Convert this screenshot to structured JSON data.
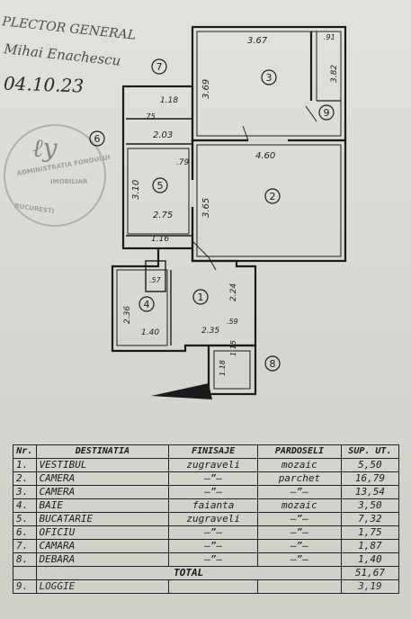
{
  "handwriting": {
    "line1": "PLECTOR GENERAL",
    "line2": "Mihai Enachescu",
    "date": "04.10.23"
  },
  "stamp": {
    "top_text": "ADMINISTRATIA FONDULUI",
    "middle_text": "IMOBILIAR",
    "bottom_text": "BUCURESTI"
  },
  "plan": {
    "room_numbers": [
      "1",
      "2",
      "3",
      "4",
      "5",
      "6",
      "7",
      "8",
      "9"
    ],
    "dimensions": {
      "d_367": "3.67",
      "d_91": ".91",
      "d_369": "3.69",
      "d_382": "3.82",
      "d_460": "4.60",
      "d_365": "3.65",
      "d_118": "1.18",
      "d_203": "2.03",
      "d_79": ".79",
      "d_310": "3.10",
      "d_275": "2.75",
      "d_116": "1.16",
      "d_224": "2.24",
      "d_57": ".57",
      "d_236": "2.36",
      "d_140": "1.40",
      "d_235": "2.35",
      "d_59": ".59",
      "d_115": "1.15",
      "d_118b": "1.18",
      "d_75": ".75"
    }
  },
  "table": {
    "headers": [
      "Nr.",
      "DESTINATIA",
      "FINISAJE",
      "PARDOSELI",
      "SUP. UT."
    ],
    "rows": [
      {
        "nr": "1.",
        "dest": "VESTIBUL",
        "fin": "zugraveli",
        "par": "mozaic",
        "sup": "5,50"
      },
      {
        "nr": "2.",
        "dest": "CAMERA",
        "fin": "—”—",
        "par": "parchet",
        "sup": "16,79"
      },
      {
        "nr": "3.",
        "dest": "CAMERA",
        "fin": "—”—",
        "par": "—”—",
        "sup": "13,54"
      },
      {
        "nr": "4.",
        "dest": "BAIE",
        "fin": "faianta",
        "par": "mozaic",
        "sup": "3,50"
      },
      {
        "nr": "5.",
        "dest": "BUCATARIE",
        "fin": "zugraveli",
        "par": "—”—",
        "sup": "7,32"
      },
      {
        "nr": "6.",
        "dest": "OFICIU",
        "fin": "—”—",
        "par": "—”—",
        "sup": "1,75"
      },
      {
        "nr": "7.",
        "dest": "CAMARA",
        "fin": "—”—",
        "par": "—”—",
        "sup": "1,87"
      },
      {
        "nr": "8.",
        "dest": "DEBARA",
        "fin": "—”—",
        "par": "—”—",
        "sup": "1,40"
      }
    ],
    "total_label": "TOTAL",
    "total_value": "51,67",
    "cut_row": {
      "nr": "9.",
      "dest": "LOGGIE",
      "sup": "3,19"
    }
  }
}
